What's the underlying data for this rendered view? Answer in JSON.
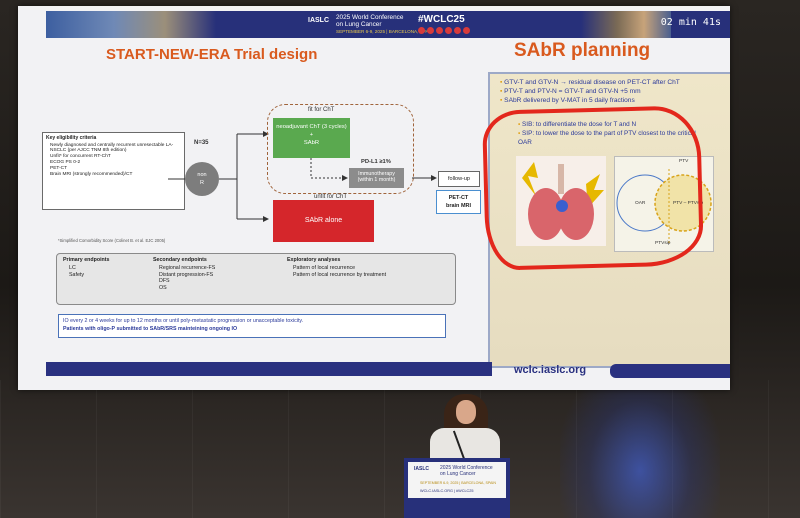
{
  "banner": {
    "logo": "IASLC",
    "conference": [
      "2025 World Conference",
      "on Lung Cancer"
    ],
    "date_location": "SEPTEMBER 6-9, 2025 | BARCELONA, SPAIN",
    "hashtag": "#WCLC25",
    "timer": "02 min 41s"
  },
  "slide": {
    "title": "START-NEW-ERA Trial design",
    "right_title": "SAbR planning",
    "eligibility": {
      "heading": "Key eligibility criteria",
      "items": [
        "Newly diagnosed and centrally recurrent unresectable LA-NSCLC (per AJCC TNM 8th edition)",
        "Unfit* for concurrent RT-ChT",
        "ECOG PS 0-2",
        "PET-CT",
        "Brain MRI (strongly recommended)/CT"
      ]
    },
    "n": "N=35",
    "randomize": [
      "non",
      "R"
    ],
    "fit_label": "fit for ChT",
    "green_box": [
      "neoadjuvant ChT (3 cycles)",
      "+",
      "SAbR"
    ],
    "pdl1": "PD-L1 ≥1%",
    "immuno": [
      "Immunotherapy",
      "(within 1 month)"
    ],
    "unfit_label": "unfit for ChT",
    "red_box": "SAbR alone",
    "followup": "follow-up",
    "petct": [
      "PET-CT",
      "brain MRI"
    ],
    "footnote": "*Simplified Comorbidity Score (Colinet B. et al. EJC 2005)",
    "endpoints": {
      "primary": {
        "heading": "Primary endpoints",
        "items": [
          "LC",
          "Safety"
        ]
      },
      "secondary": {
        "heading": "Secondary endpoints",
        "items": [
          "Regional recurrence-FS",
          "Distant progression-FS",
          "DFS",
          "OS"
        ]
      },
      "exploratory": {
        "heading": "Exploratory analyses",
        "items": [
          "Pattern of local recurrence",
          "Pattern of local recurrence  by treatment"
        ]
      }
    },
    "io_notes": [
      "IO every 2 or 4 weeks for up to 12 months or until poly-metastatic progression or unacceptable toxicity.",
      "Patients with oligo-P submitted to SAbR/SRS mainteining ongoing IO"
    ],
    "planning": [
      "GTV-T and GTV-N → residual disease on PET-CT after ChT",
      "PTV-T and PTV-N = GTV-T and GTV-N +5 mm",
      "SAbR delivered by V-MAT in 5 daily fractions"
    ],
    "sib": [
      "SIB: to differentiate the dose for T and N",
      "SIP: to lower the dose to the part of PTV closest to the critical OAR"
    ],
    "dose_labels": {
      "ptv": "PTV",
      "oar": "OAR",
      "ptv_ptvsip": "PTV – PTVsip",
      "ptvsip": "PTVsip"
    },
    "website": "wclc.iaslc.org"
  },
  "podium": {
    "logo": "IASLC",
    "conference": [
      "2025 World Conference",
      "on Lung Cancer"
    ],
    "date_location": "SEPTEMBER 6-9, 2025 | BARCELONA, SPAIN",
    "hashtag": "WCLC.IASLC.ORG  |  #WCLC25"
  }
}
